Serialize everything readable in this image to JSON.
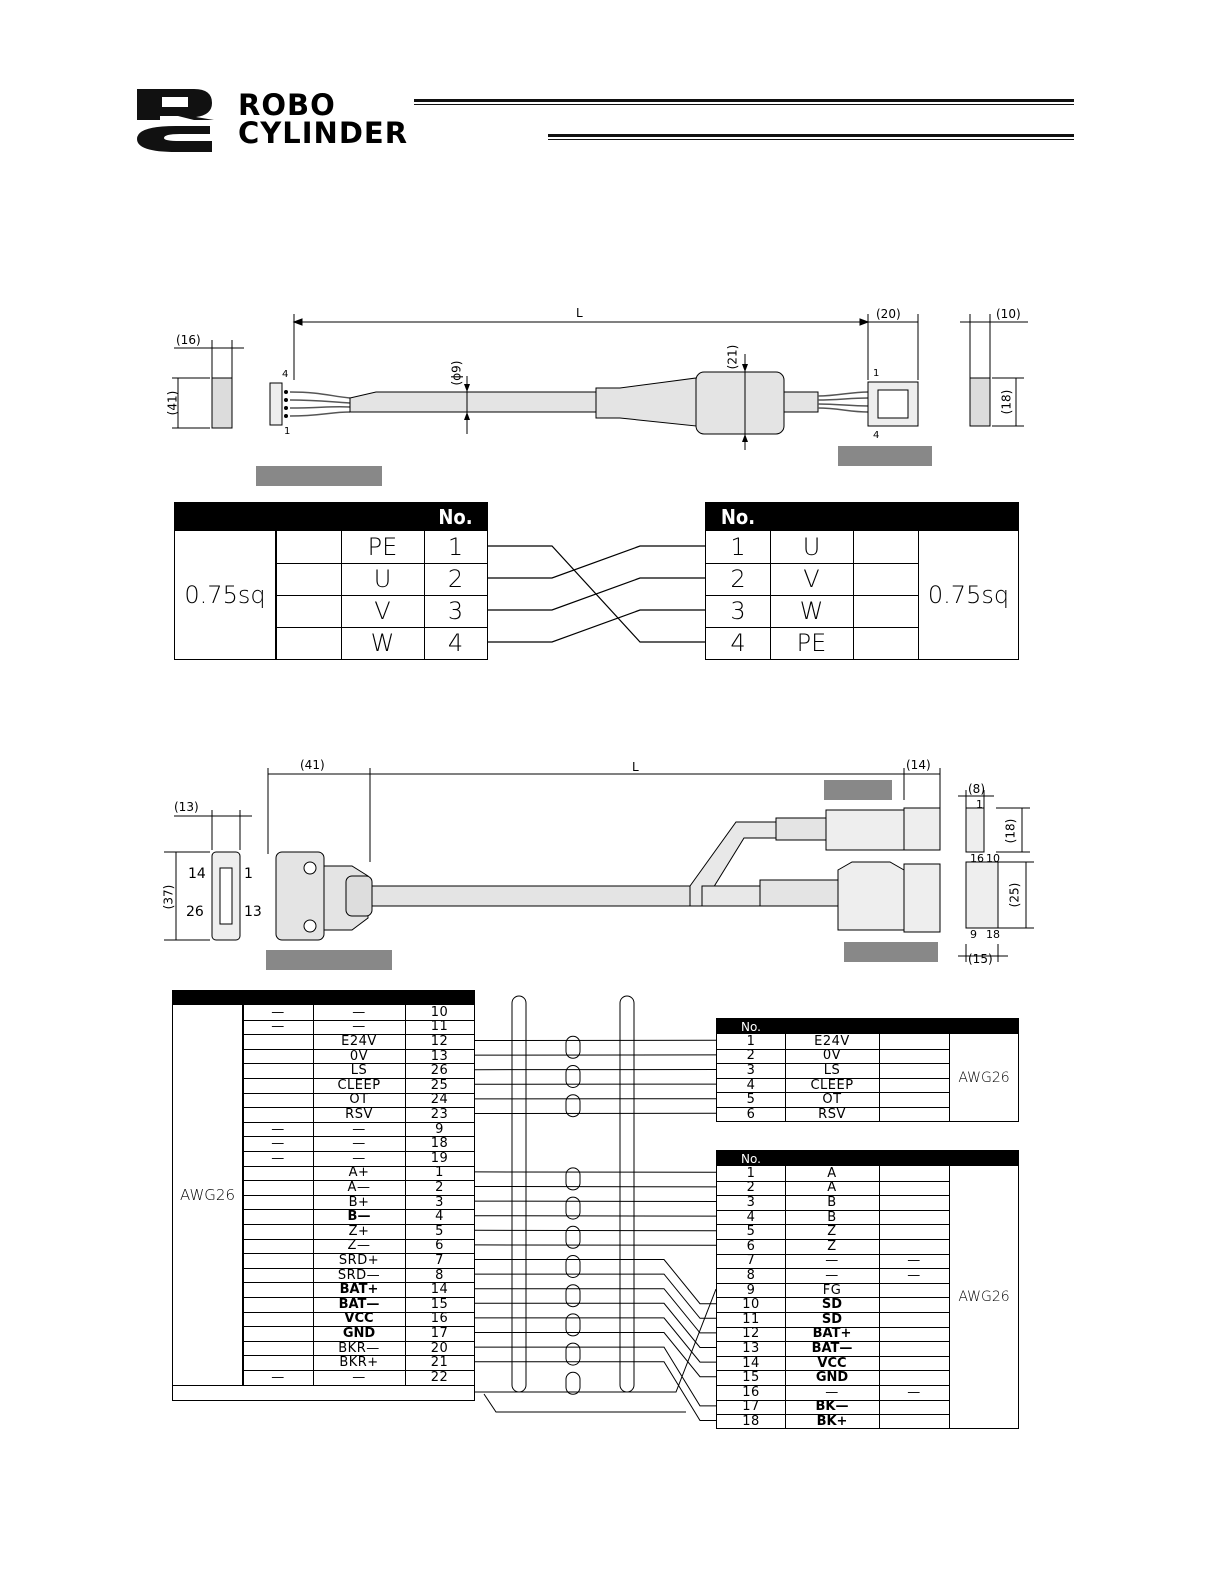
{
  "logo": {
    "brand_line1": "ROBO",
    "brand_line2": "CYLINDER",
    "mark": "RC"
  },
  "motor_cable": {
    "drawing": {
      "length": "L",
      "dim_16": "(16)",
      "dim_41": "(41)",
      "dim_20": "(20)",
      "dim_10": "(10)",
      "dim_18": "(18)",
      "dim_21": "(21)",
      "dim_phi9": "(ϕ9)",
      "pin_1_left": "1",
      "pin_4_left": "4",
      "pin_1_right": "1",
      "pin_4_right": "4"
    },
    "left_table": {
      "no_header": "No.",
      "wire": "0.75sq",
      "rows": [
        {
          "signal": "PE",
          "no": "1"
        },
        {
          "signal": "U",
          "no": "2"
        },
        {
          "signal": "V",
          "no": "3"
        },
        {
          "signal": "W",
          "no": "4"
        }
      ]
    },
    "right_table": {
      "no_header": "No.",
      "wire": "0.75sq",
      "rows": [
        {
          "no": "1",
          "signal": "U"
        },
        {
          "no": "2",
          "signal": "V"
        },
        {
          "no": "3",
          "signal": "W"
        },
        {
          "no": "4",
          "signal": "PE"
        }
      ]
    }
  },
  "encoder_cable": {
    "drawing": {
      "length": "L",
      "dim_41": "(41)",
      "dim_14": "(14)",
      "dim_13": "(13)",
      "dim_37": "(37)",
      "dim_8": "(8)",
      "dim_18": "(18)",
      "dim_25": "(25)",
      "dim_15": "(15)",
      "pin_14": "14",
      "pin_26": "26",
      "pin_1": "1",
      "pin_13": "13",
      "pin_r1": "1",
      "pin_r16": "16",
      "pin_r10": "10",
      "pin_r9": "9",
      "pin_r18": "18"
    },
    "left_table": {
      "wire": "AWG26",
      "rows": [
        {
          "color": "—",
          "signal": "—",
          "no": "10"
        },
        {
          "color": "—",
          "signal": "—",
          "no": "11"
        },
        {
          "color": "",
          "signal": "E24V",
          "no": "12"
        },
        {
          "color": "",
          "signal": "0V",
          "no": "13"
        },
        {
          "color": "",
          "signal": "LS",
          "no": "26"
        },
        {
          "color": "",
          "signal": "CLEEP",
          "no": "25"
        },
        {
          "color": "",
          "signal": "OT",
          "no": "24"
        },
        {
          "color": "",
          "signal": "RSV",
          "no": "23"
        },
        {
          "color": "—",
          "signal": "—",
          "no": "9"
        },
        {
          "color": "—",
          "signal": "—",
          "no": "18"
        },
        {
          "color": "—",
          "signal": "—",
          "no": "19"
        },
        {
          "color": "",
          "signal": "A+",
          "no": "1"
        },
        {
          "color": "",
          "signal": "A—",
          "no": "2"
        },
        {
          "color": "",
          "signal": "B+",
          "no": "3"
        },
        {
          "color": "",
          "signal": "B—",
          "no": "4"
        },
        {
          "color": "",
          "signal": "Z+",
          "no": "5"
        },
        {
          "color": "",
          "signal": "Z—",
          "no": "6"
        },
        {
          "color": "",
          "signal": "SRD+",
          "no": "7"
        },
        {
          "color": "",
          "signal": "SRD—",
          "no": "8"
        },
        {
          "color": "",
          "signal": "BAT+",
          "no": "14"
        },
        {
          "color": "",
          "signal": "BAT—",
          "no": "15"
        },
        {
          "color": "",
          "signal": "VCC",
          "no": "16"
        },
        {
          "color": "",
          "signal": "GND",
          "no": "17"
        },
        {
          "color": "",
          "signal": "BKR—",
          "no": "20"
        },
        {
          "color": "",
          "signal": "BKR+",
          "no": "21"
        },
        {
          "color": "—",
          "signal": "—",
          "no": "22"
        }
      ]
    },
    "right_table_top": {
      "no_header": "No.",
      "wire": "AWG26",
      "rows": [
        {
          "no": "1",
          "signal": "E24V",
          "color": ""
        },
        {
          "no": "2",
          "signal": "0V",
          "color": ""
        },
        {
          "no": "3",
          "signal": "LS",
          "color": ""
        },
        {
          "no": "4",
          "signal": "CLEEP",
          "color": ""
        },
        {
          "no": "5",
          "signal": "OT",
          "color": ""
        },
        {
          "no": "6",
          "signal": "RSV",
          "color": ""
        }
      ]
    },
    "right_table_bottom": {
      "no_header": "No.",
      "wire": "AWG26",
      "rows": [
        {
          "no": "1",
          "signal": "A",
          "color": ""
        },
        {
          "no": "2",
          "signal": "A",
          "color": ""
        },
        {
          "no": "3",
          "signal": "B",
          "color": ""
        },
        {
          "no": "4",
          "signal": "B",
          "color": ""
        },
        {
          "no": "5",
          "signal": "Z",
          "color": ""
        },
        {
          "no": "6",
          "signal": "Z",
          "color": ""
        },
        {
          "no": "7",
          "signal": "—",
          "color": "—"
        },
        {
          "no": "8",
          "signal": "—",
          "color": "—"
        },
        {
          "no": "9",
          "signal": "FG",
          "color": ""
        },
        {
          "no": "10",
          "signal": "SD",
          "color": ""
        },
        {
          "no": "11",
          "signal": "SD",
          "color": ""
        },
        {
          "no": "12",
          "signal": "BAT+",
          "color": ""
        },
        {
          "no": "13",
          "signal": "BAT—",
          "color": ""
        },
        {
          "no": "14",
          "signal": "VCC",
          "color": ""
        },
        {
          "no": "15",
          "signal": "GND",
          "color": ""
        },
        {
          "no": "16",
          "signal": "—",
          "color": "—"
        },
        {
          "no": "17",
          "signal": "BK—",
          "color": ""
        },
        {
          "no": "18",
          "signal": "BK+",
          "color": ""
        }
      ]
    }
  }
}
